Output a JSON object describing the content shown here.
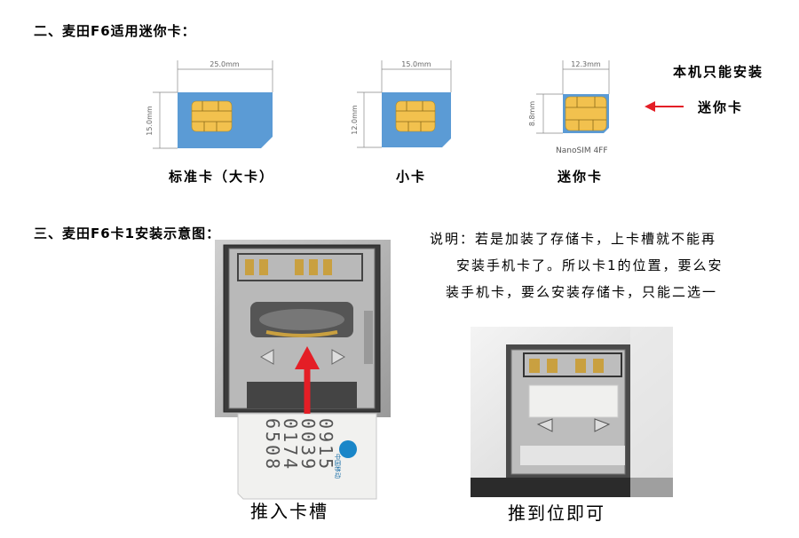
{
  "section2": {
    "title": "二、麦田F6适用迷你卡：",
    "cards": [
      {
        "name": "标准卡（大卡）",
        "width": "25.0mm",
        "height": "15.0mm"
      },
      {
        "name": "小卡",
        "width": "15.0mm",
        "height": "12.0mm"
      },
      {
        "name": "迷你卡",
        "width": "12.3mm",
        "height": "8.8mm",
        "sub_label": "NanoSIM 4FF"
      }
    ],
    "side_note": {
      "line1": "本机只能安装",
      "line2": "迷你卡"
    }
  },
  "section3": {
    "title": "三、麦田F6卡1安装示意图：",
    "explanation": [
      "说明：若是加装了存储卡，上卡槽就不能再",
      "安装手机卡了。所以卡1的位置，要么安",
      "装手机卡，要么安装存储卡，只能二选一"
    ],
    "photo1": {
      "caption": "推入卡槽",
      "card_text": [
        "0915",
        "0039",
        "0174",
        "6508"
      ],
      "carrier": "中国移动"
    },
    "photo2": {
      "caption": "推到位即可"
    }
  },
  "colors": {
    "sim_blue": "#5b9bd5",
    "chip_gold": "#f2c14e",
    "arrow_red": "#e41e26"
  }
}
